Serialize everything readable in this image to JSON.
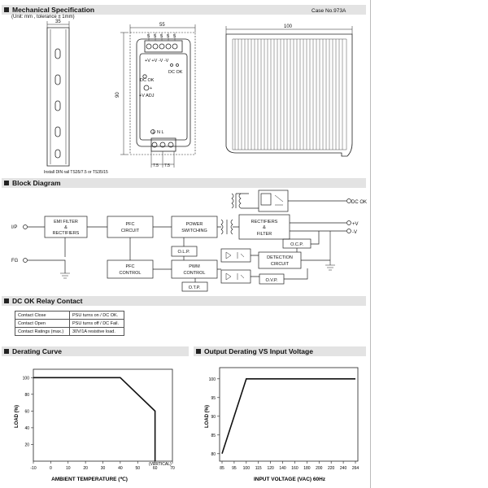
{
  "sections": {
    "mech": "Mechanical Specification",
    "block": "Block Diagram",
    "relay": "DC OK Relay Contact",
    "derating": "Derating Curve",
    "output_derating": "Output Derating VS Input Voltage"
  },
  "mech": {
    "unit_note": "(Unit: mm , tolerance ± 1mm)",
    "case_no": "Case No.973A",
    "dim_35": "35",
    "dim_55": "55",
    "dim_100": "100",
    "dim_90": "90",
    "dim_7_5_a": "7.5",
    "dim_7_5_b": "7.5",
    "pin_pitch": [
      "5",
      "5",
      "5",
      "5",
      "5"
    ],
    "terminals_label": "+V +V  -V  -V",
    "dcok_top": "DC OK",
    "dcok_led": "DC OK",
    "vadj": "+V ADJ",
    "plus": "+",
    "ground_nl": "⏚  N    L",
    "din_note": "Install DIN rail TS35/7.5 or TS35/15"
  },
  "block": {
    "ip": "I/P",
    "fg": "FG",
    "emi_1": "EMI FILTER",
    "emi_2": "&",
    "emi_3": "RECTIFIERS",
    "pfc_circuit_1": "PFC",
    "pfc_circuit_2": "CIRCUIT",
    "pfc_control_1": "PFC",
    "pfc_control_2": "CONTROL",
    "power_1": "POWER",
    "power_2": "SWITCHING",
    "olp": "O.L.P.",
    "pwm_1": "PWM",
    "pwm_2": "CONTROL",
    "otp": "O.T.P.",
    "rect_1": "RECTIFIERS",
    "rect_2": "&",
    "rect_3": "FILTER",
    "ocp": "O.C.P.",
    "det_1": "DETECTION",
    "det_2": "CIRCUIT",
    "ovp": "O.V.P.",
    "dcok": "DC OK",
    "vplus": "+V",
    "vminus": "-V"
  },
  "relay_table": [
    [
      "Contact Close",
      "PSU turns on / DC OK."
    ],
    [
      "Contact Open",
      "PSU turns off / DC Fail."
    ],
    [
      "Contact Ratings (max.)",
      "30V/1A resistive load."
    ]
  ],
  "chart_data": [
    {
      "type": "line",
      "title": "Derating Curve",
      "xlabel": "AMBIENT TEMPERATURE (℃)",
      "ylabel": "LOAD (%)",
      "x_ticks": [
        "-10",
        "0",
        "10",
        "20",
        "30",
        "40",
        "50",
        "60",
        "70"
      ],
      "x_tick_extra": "(VERTICAL)",
      "y_ticks": [
        "20",
        "40",
        "60",
        "80",
        "100"
      ],
      "xlim": [
        -10,
        70
      ],
      "ylim": [
        0,
        110
      ],
      "x": [
        -10,
        40,
        60,
        60
      ],
      "y": [
        100,
        100,
        60,
        0
      ],
      "grid": false
    },
    {
      "type": "line",
      "title": "Output Derating VS Input Voltage",
      "xlabel": "INPUT VOLTAGE (VAC) 60Hz",
      "ylabel": "LOAD (%)",
      "x_ticks": [
        "85",
        "95",
        "100",
        "115",
        "120",
        "140",
        "160",
        "180",
        "200",
        "220",
        "240",
        "264"
      ],
      "y_ticks": [
        "80",
        "85",
        "90",
        "95",
        "100"
      ],
      "ylim": [
        78,
        103
      ],
      "x": [
        85,
        100,
        264
      ],
      "y": [
        80,
        100,
        100
      ],
      "grid": false
    }
  ]
}
